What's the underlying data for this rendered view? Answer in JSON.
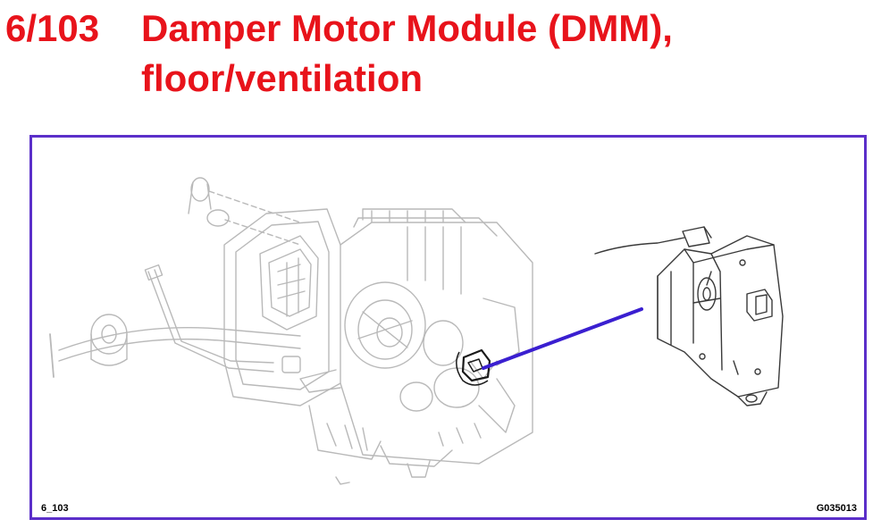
{
  "heading": {
    "number": "6/103",
    "title_line1": "Damper Motor Module (DMM),",
    "title_line2": "floor/ventilation",
    "color": "#e8131b"
  },
  "frame": {
    "border_color": "#5b2fc9",
    "pointer_color": "#3a1fd0"
  },
  "footer": {
    "left_code": "6_103",
    "right_code": "G035013"
  },
  "icons": {
    "hvac_housing": "hvac-housing-line-art",
    "damper_motor": "damper-motor-line-art"
  }
}
